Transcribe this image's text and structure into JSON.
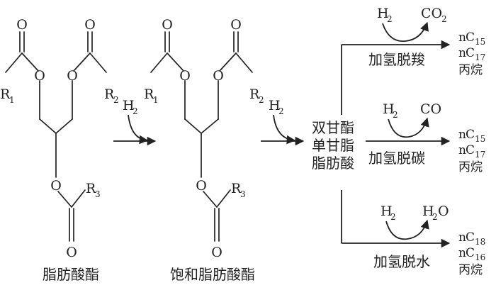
{
  "labels": {
    "triglyceride": "脂肪酸酯",
    "saturated_ester": "饱和脂肪酸酯",
    "intermediates": [
      "双甘酯",
      "单甘脂",
      "脂肪酸"
    ],
    "hdo_decarboxylation": "加氢脱羧",
    "hdo_decarbonylation": "加氢脱碳",
    "hdo_dehydration": "加氢脱水",
    "propane": "丙烷"
  },
  "atoms": {
    "O": "O",
    "R": "R",
    "H": "H",
    "C": "C",
    "n": "n"
  },
  "subscripts": {
    "r1": "1",
    "r2": "2",
    "r3": "3",
    "two": "2",
    "c15": "15",
    "c16": "16",
    "c17": "17",
    "c18": "18"
  },
  "molecules": {
    "co2": "CO",
    "co": "CO",
    "h2o_h": "H",
    "h2o_o": "O"
  }
}
